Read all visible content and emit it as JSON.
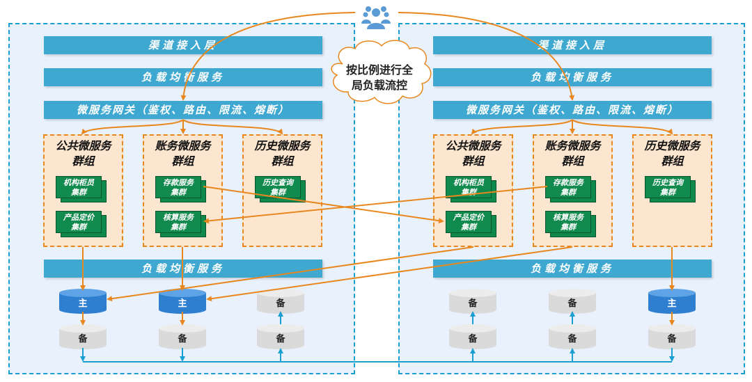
{
  "users_icon": "users-icon",
  "cloud_note": [
    "按比例进行全",
    "局负载流控"
  ],
  "zones": [
    {
      "channel_layer": "渠道接入层",
      "load_balancer_top": "负载均衡服务",
      "gateway": "微服务网关（鉴权、路由、限流、熔断）",
      "groups": [
        {
          "title": [
            "公共微服务",
            "群组"
          ],
          "clusters": [
            [
              "机构柜员",
              "集群"
            ],
            [
              "产品定价",
              "集群"
            ]
          ]
        },
        {
          "title": [
            "账务微服务",
            "群组"
          ],
          "clusters": [
            [
              "存款服务",
              "集群"
            ],
            [
              "核算服务",
              "集群"
            ]
          ]
        },
        {
          "title": [
            "历史微服务",
            "群组"
          ],
          "clusters": [
            [
              "历史查询",
              "集群"
            ]
          ]
        }
      ],
      "load_balancer_bottom": "负载均衡服务",
      "databases": [
        {
          "top": {
            "role": "primary",
            "label": "主"
          },
          "bottom": {
            "role": "backup",
            "label": "备"
          }
        },
        {
          "top": {
            "role": "primary",
            "label": "主"
          },
          "bottom": {
            "role": "backup",
            "label": "备"
          }
        },
        {
          "top": {
            "role": "backup",
            "label": "备"
          },
          "bottom": {
            "role": "backup",
            "label": "备"
          }
        }
      ]
    },
    {
      "channel_layer": "渠道接入层",
      "load_balancer_top": "负载均衡服务",
      "gateway": "微服务网关（鉴权、路由、限流、熔断）",
      "groups": [
        {
          "title": [
            "公共微服务",
            "群组"
          ],
          "clusters": [
            [
              "机构柜员",
              "集群"
            ],
            [
              "产品定价",
              "集群"
            ]
          ]
        },
        {
          "title": [
            "账务微服务",
            "群组"
          ],
          "clusters": [
            [
              "存款服务",
              "集群"
            ],
            [
              "核算服务",
              "集群"
            ]
          ]
        },
        {
          "title": [
            "历史微服务",
            "群组"
          ],
          "clusters": [
            [
              "历史查询",
              "集群"
            ]
          ]
        }
      ],
      "load_balancer_bottom": "负载均衡服务",
      "databases": [
        {
          "top": {
            "role": "backup",
            "label": "备"
          },
          "bottom": {
            "role": "backup",
            "label": "备"
          }
        },
        {
          "top": {
            "role": "backup",
            "label": "备"
          },
          "bottom": {
            "role": "backup",
            "label": "备"
          }
        },
        {
          "top": {
            "role": "primary",
            "label": "主"
          },
          "bottom": {
            "role": "backup",
            "label": "备"
          }
        }
      ]
    }
  ],
  "colors": {
    "zone_border": "#1a9fd0",
    "zone_fill": "#e8f1fc",
    "bar": "#3ea8d0",
    "group_fill": "#fde6cf",
    "group_border": "#e8871e",
    "cluster": "#108a4d",
    "primary_db": "#2f7fd1",
    "backup_db": "#dadada",
    "flow_arrow": "#e8871e",
    "replication_arrow": "#1a9fd0"
  }
}
